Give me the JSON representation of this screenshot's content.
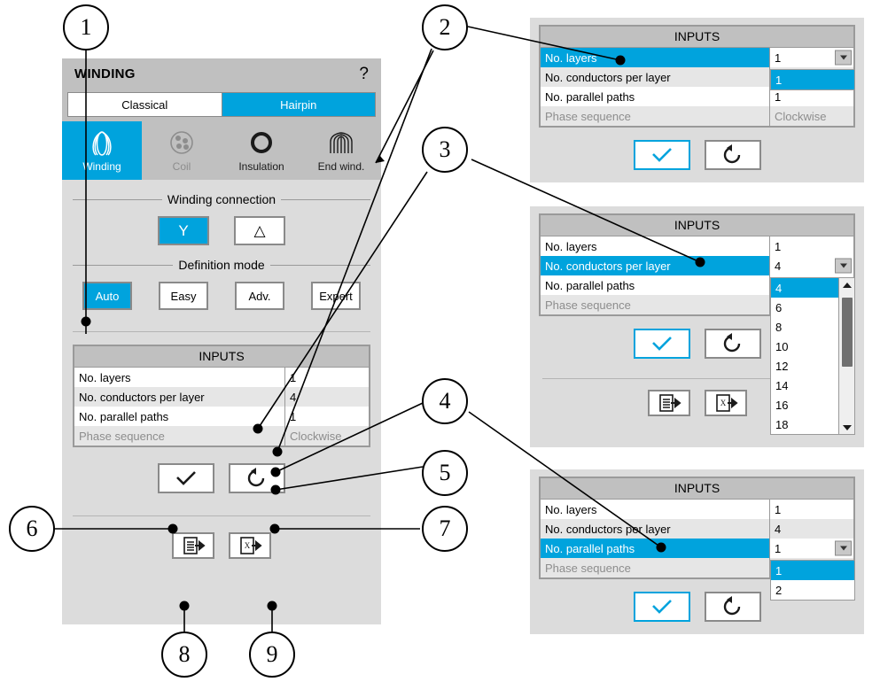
{
  "window": {
    "title": "WINDING",
    "help_glyph": "?",
    "winding_types": [
      {
        "label": "Classical",
        "active": false
      },
      {
        "label": "Hairpin",
        "active": true
      }
    ],
    "tabs": [
      {
        "label": "Winding",
        "icon": "winding-icon",
        "state": "active"
      },
      {
        "label": "Coil",
        "icon": "coil-icon",
        "state": "disabled"
      },
      {
        "label": "Insulation",
        "icon": "insulation-icon",
        "state": "normal"
      },
      {
        "label": "End wind.",
        "icon": "end-winding-icon",
        "state": "normal"
      }
    ],
    "winding_connection": {
      "title": "Winding connection",
      "options": [
        {
          "label": "Y",
          "icon": "star-connection-icon",
          "active": true
        },
        {
          "label": "△",
          "icon": "delta-connection-icon",
          "active": false
        }
      ]
    },
    "definition_mode": {
      "title": "Definition mode",
      "options": [
        {
          "label": "Auto",
          "active": true
        },
        {
          "label": "Easy",
          "active": false
        },
        {
          "label": "Adv.",
          "active": false
        },
        {
          "label": "Expert",
          "active": false
        }
      ]
    },
    "inputs": {
      "header": "INPUTS",
      "rows": [
        {
          "label": "No. layers",
          "value": "1",
          "disabled": false
        },
        {
          "label": "No. conductors per layer",
          "value": "4",
          "disabled": false
        },
        {
          "label": "No. parallel paths",
          "value": "1",
          "disabled": false
        },
        {
          "label": "Phase sequence",
          "value": "Clockwise",
          "disabled": true
        }
      ]
    },
    "actions": {
      "confirm": {
        "icon": "check-icon",
        "label": ""
      },
      "reset": {
        "icon": "reset-icon",
        "label": ""
      }
    },
    "exports": {
      "report": {
        "icon": "export-report-icon",
        "label": ""
      },
      "excel": {
        "icon": "export-excel-icon",
        "label": "X"
      }
    }
  },
  "panels": [
    {
      "id": "panel-layers",
      "header": "INPUTS",
      "rows": [
        {
          "label": "No. layers",
          "value": "1",
          "disabled": false,
          "selected": true,
          "combo": true
        },
        {
          "label": "No. conductors per layer",
          "value": "",
          "disabled": false,
          "selected": false,
          "combo": false
        },
        {
          "label": "No. parallel paths",
          "value": "1",
          "disabled": false,
          "selected": false,
          "combo": false
        },
        {
          "label": "Phase sequence",
          "value": "Clockwise",
          "disabled": true,
          "selected": false,
          "combo": false
        }
      ],
      "dropdown": {
        "options": [
          "1"
        ],
        "selected": "1",
        "scroll": false
      },
      "actions": {
        "confirm": "check-icon",
        "reset": "reset-icon"
      },
      "exports": false
    },
    {
      "id": "panel-conductors",
      "header": "INPUTS",
      "rows": [
        {
          "label": "No. layers",
          "value": "1",
          "disabled": false,
          "selected": false,
          "combo": false
        },
        {
          "label": "No. conductors per layer",
          "value": "4",
          "disabled": false,
          "selected": true,
          "combo": true
        },
        {
          "label": "No. parallel paths",
          "value": "",
          "disabled": false,
          "selected": false,
          "combo": false
        },
        {
          "label": "Phase sequence",
          "value": "",
          "disabled": true,
          "selected": false,
          "combo": false
        }
      ],
      "dropdown": {
        "options": [
          "4",
          "6",
          "8",
          "10",
          "12",
          "14",
          "16",
          "18"
        ],
        "selected": "4",
        "scroll": true
      },
      "actions": {
        "confirm": "check-icon",
        "reset": "reset-icon"
      },
      "exports": true
    },
    {
      "id": "panel-paths",
      "header": "INPUTS",
      "rows": [
        {
          "label": "No. layers",
          "value": "1",
          "disabled": false,
          "selected": false,
          "combo": false
        },
        {
          "label": "No. conductors per layer",
          "value": "4",
          "disabled": false,
          "selected": false,
          "combo": false
        },
        {
          "label": "No. parallel paths",
          "value": "1",
          "disabled": false,
          "selected": true,
          "combo": true
        },
        {
          "label": "Phase sequence",
          "value": "",
          "disabled": true,
          "selected": false,
          "combo": false
        }
      ],
      "dropdown": {
        "options": [
          "1",
          "2"
        ],
        "selected": "1",
        "scroll": false
      },
      "actions": {
        "confirm": "check-icon",
        "reset": "reset-icon"
      },
      "exports": false
    }
  ],
  "callouts": [
    {
      "n": "1"
    },
    {
      "n": "2"
    },
    {
      "n": "3"
    },
    {
      "n": "4"
    },
    {
      "n": "5"
    },
    {
      "n": "6"
    },
    {
      "n": "7"
    },
    {
      "n": "8"
    },
    {
      "n": "9"
    }
  ],
  "colors": {
    "accent": "#00A3DD",
    "panel_bg": "#DCDCDC",
    "header_bg": "#C0C0C0",
    "row_alt": "#E6E6E6",
    "disabled_text": "#8D8D8D",
    "border": "#8A8A8A"
  }
}
